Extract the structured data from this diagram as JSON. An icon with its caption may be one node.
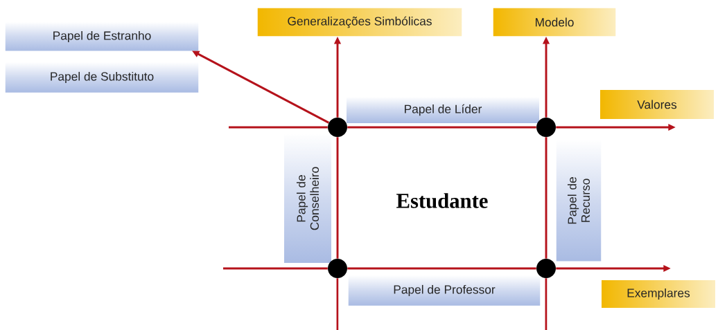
{
  "diagram": {
    "nodes": [
      {
        "text": [
          "Papel de Estranho"
        ]
      },
      {
        "text": [
          "Papel de Substituto"
        ]
      },
      {
        "text": [
          "Generalizações Simbólicas"
        ]
      },
      {
        "text": [
          "Modelo"
        ]
      },
      {
        "text": [
          "Valores"
        ]
      },
      {
        "text": [
          "Papel de Líder"
        ]
      },
      {
        "text": [
          "Papel de Conselheiro"
        ]
      },
      {
        "text": [
          "Papel de Recurso"
        ]
      },
      {
        "text": [
          "Papel de Professor"
        ]
      },
      {
        "text": [
          "Exemplares"
        ]
      },
      {
        "text": [],
        "shape": "circle"
      },
      {
        "text": [],
        "shape": "circle"
      },
      {
        "text": [],
        "shape": "circle"
      },
      {
        "text": [],
        "shape": "circle"
      }
    ],
    "edges": [
      {
        "from": 10,
        "to": 0,
        "arrow": "to"
      },
      {
        "from": null,
        "to": 12,
        "arrow": "none"
      },
      {
        "from": 12,
        "to": 10,
        "arrow": "none"
      },
      {
        "from": 10,
        "to": 2,
        "arrow": "to"
      },
      {
        "from": null,
        "to": 13,
        "arrow": "none"
      },
      {
        "from": 13,
        "to": 11,
        "arrow": "none"
      },
      {
        "from": 11,
        "to": 3,
        "arrow": "to"
      },
      {
        "from": null,
        "to": 10,
        "arrow": "none"
      },
      {
        "from": 10,
        "to": 11,
        "arrow": "none"
      },
      {
        "from": 11,
        "to": null,
        "arrow": "to"
      },
      {
        "from": null,
        "to": 12,
        "arrow": "none"
      },
      {
        "from": 12,
        "to": 13,
        "arrow": "none"
      },
      {
        "from": 13,
        "to": null,
        "arrow": "to"
      }
    ],
    "labels": [
      "Estudante"
    ]
  }
}
